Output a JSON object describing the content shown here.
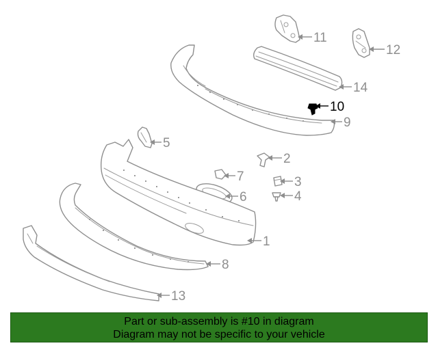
{
  "diagram": {
    "callouts": [
      {
        "id": "p1",
        "label": "1"
      },
      {
        "id": "p2",
        "label": "2"
      },
      {
        "id": "p3",
        "label": "3"
      },
      {
        "id": "p4",
        "label": "4"
      },
      {
        "id": "p5",
        "label": "5"
      },
      {
        "id": "p6",
        "label": "6"
      },
      {
        "id": "p7",
        "label": "7"
      },
      {
        "id": "p8",
        "label": "8"
      },
      {
        "id": "p9",
        "label": "9"
      },
      {
        "id": "p10",
        "label": "10",
        "highlighted": true
      },
      {
        "id": "p11",
        "label": "11"
      },
      {
        "id": "p12",
        "label": "12"
      },
      {
        "id": "p13",
        "label": "13"
      },
      {
        "id": "p14",
        "label": "14"
      }
    ]
  },
  "banner": {
    "line1": "Part or sub-assembly is #10 in diagram",
    "line2": "Diagram may not be specific to your vehicle",
    "background_color": "#2c7a1f"
  },
  "colors": {
    "part_stroke": "#8e8e8e",
    "highlight": "#000000"
  }
}
